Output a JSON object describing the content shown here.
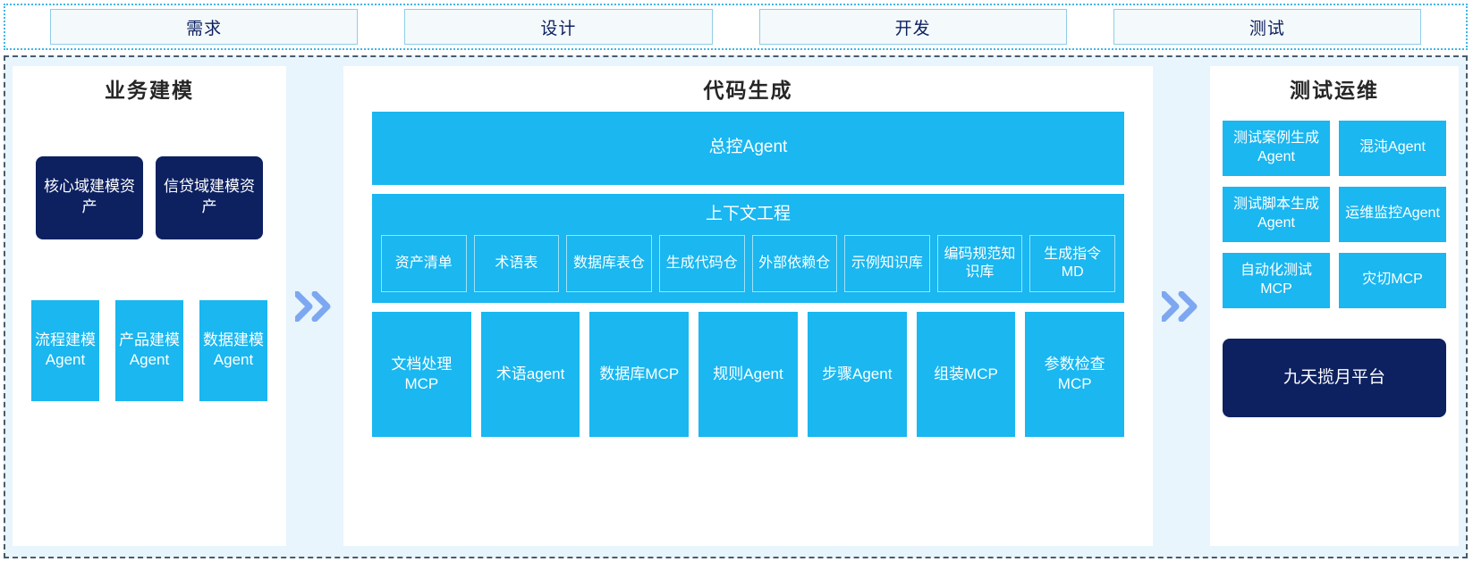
{
  "phases": {
    "items": [
      {
        "label": "需求"
      },
      {
        "label": "设计"
      },
      {
        "label": "开发"
      },
      {
        "label": "测试"
      }
    ]
  },
  "colors": {
    "cyan": "#1ab7f0",
    "navy": "#0d2161",
    "panel_bg": "#e8f5fd",
    "chevron": "#7da7f0",
    "phase_border": "#8fcde8"
  },
  "separators": {
    "first": "double-chevron-right",
    "second": "double-chevron-right"
  },
  "left_panel": {
    "title": "业务建模",
    "assets": [
      {
        "label": "核心域建模资产"
      },
      {
        "label": "信贷域建模资产"
      }
    ],
    "agents": [
      {
        "label": "流程建模Agent"
      },
      {
        "label": "产品建模Agent"
      },
      {
        "label": "数据建模Agent"
      }
    ]
  },
  "center_panel": {
    "title": "代码生成",
    "master_agent": "总控Agent",
    "context": {
      "title": "上下文工程",
      "items": [
        {
          "label": "资产清单"
        },
        {
          "label": "术语表"
        },
        {
          "label": "数据库表仓"
        },
        {
          "label": "生成代码仓"
        },
        {
          "label": "外部依赖仓"
        },
        {
          "label": "示例知识库"
        },
        {
          "label": "编码规范知识库"
        },
        {
          "label": "生成指令MD"
        }
      ]
    },
    "mcps": [
      {
        "label": "文档处理MCP"
      },
      {
        "label": "术语agent"
      },
      {
        "label": "数据库MCP"
      },
      {
        "label": "规则Agent"
      },
      {
        "label": "步骤Agent"
      },
      {
        "label": "组装MCP"
      },
      {
        "label": "参数检查MCP"
      }
    ]
  },
  "right_panel": {
    "title": "测试运维",
    "tiles": [
      {
        "label": "测试案例生成Agent"
      },
      {
        "label": "混沌Agent"
      },
      {
        "label": "测试脚本生成Agent"
      },
      {
        "label": "运维监控Agent"
      },
      {
        "label": "自动化测试MCP"
      },
      {
        "label": "灾切MCP"
      }
    ],
    "platform": "九天揽月平台"
  }
}
